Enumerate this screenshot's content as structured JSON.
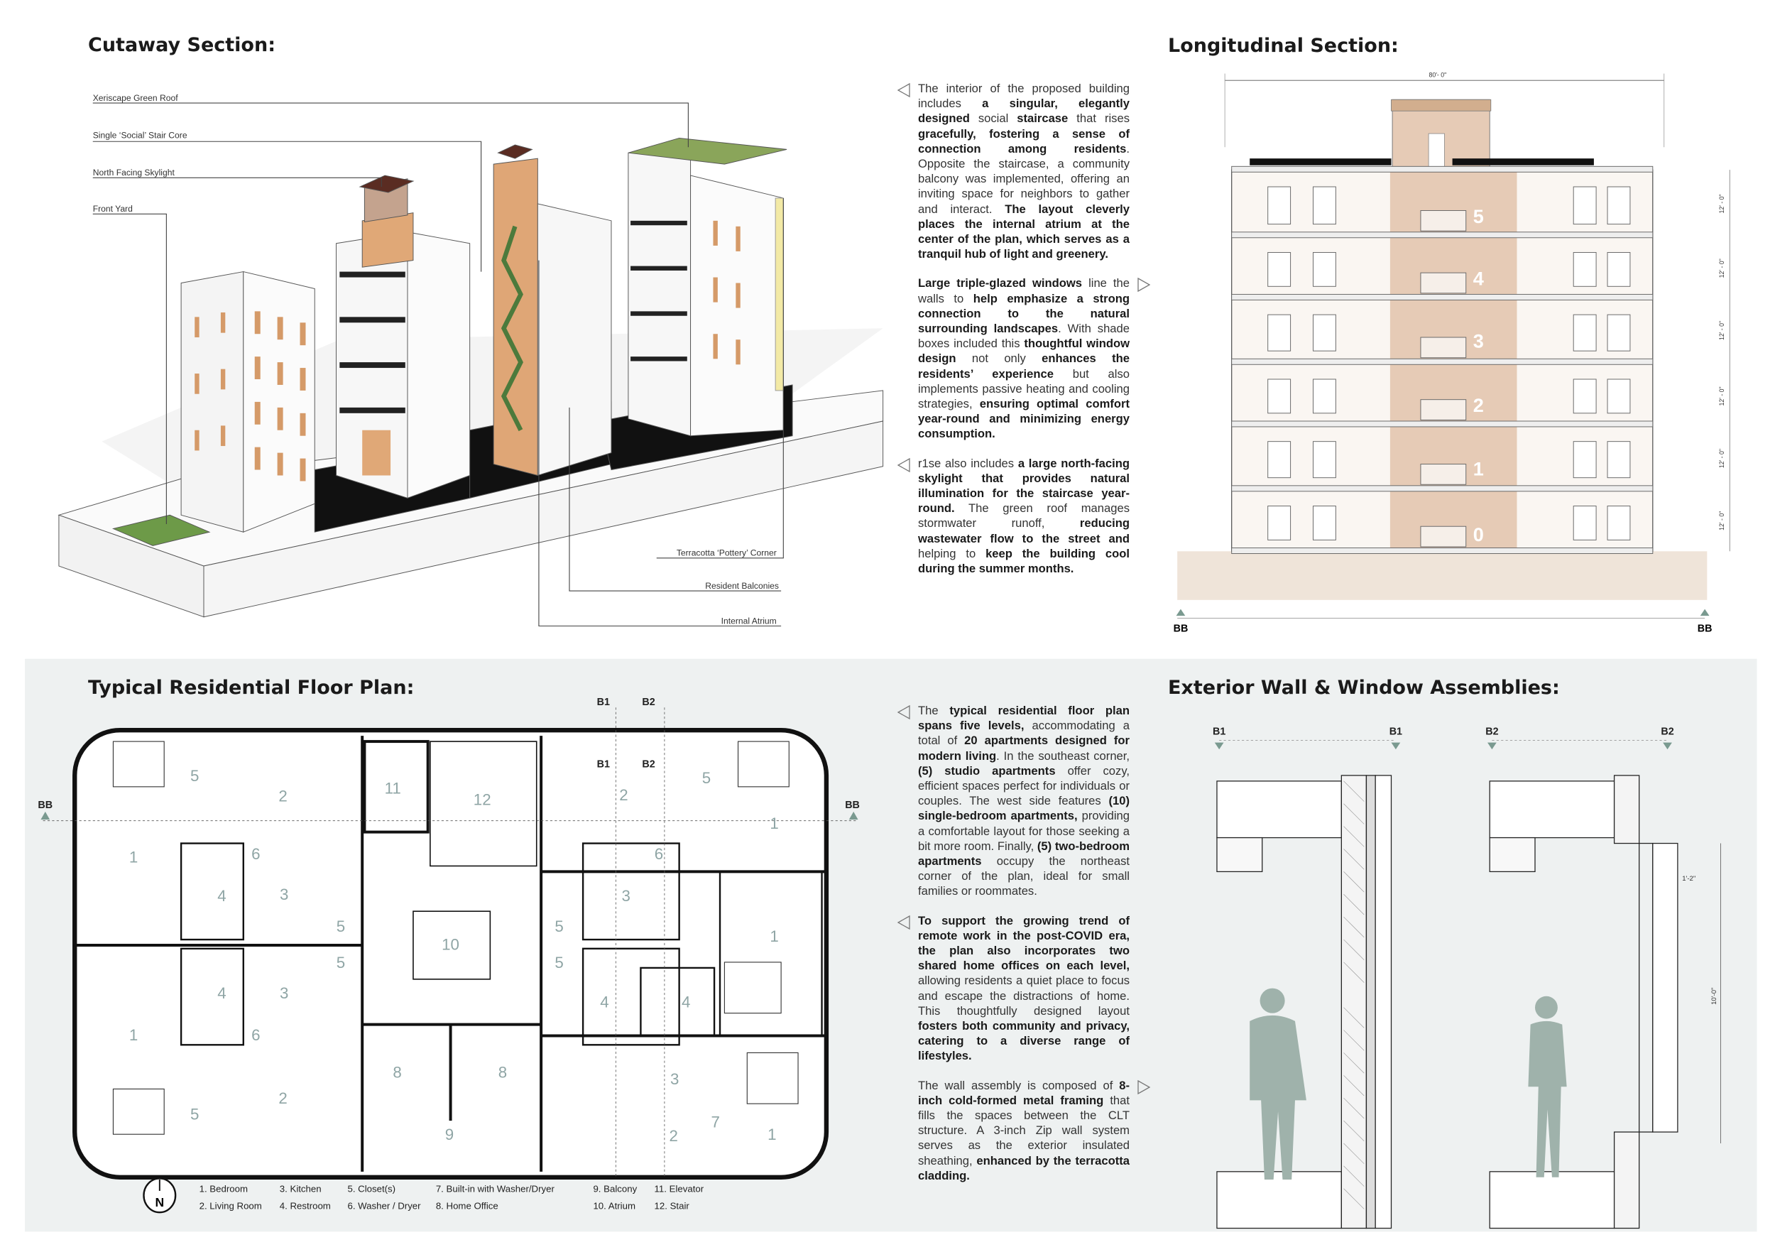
{
  "titles": {
    "cutaway": "Cutaway Section:",
    "longitudinal": "Longitudinal Section:",
    "floor_plan": "Typical Residential Floor Plan:",
    "wall": "Exterior Wall & Window Assemblies:"
  },
  "cutaway_labels": {
    "green_roof": "Xeriscape Green Roof",
    "stair_core": "Single ‘Social’ Stair Core",
    "skylight": "North Facing Skylight",
    "front_yard": "Front Yard",
    "terracotta": "Terracotta ‘Pottery’ Corner",
    "balconies": "Resident Balconies",
    "atrium": "Internal Atrium"
  },
  "paragraphs": [
    {
      "arrow": "left",
      "segments": [
        {
          "t": "The interior of the proposed building includes ",
          "b": false
        },
        {
          "t": "a singular, elegantly designed",
          "b": true
        },
        {
          "t": " social ",
          "b": false
        },
        {
          "t": "staircase",
          "b": true
        },
        {
          "t": " that rises ",
          "b": false
        },
        {
          "t": "gracefully, fostering a sense of connection among residents",
          "b": true
        },
        {
          "t": ". Opposite the staircase, a community balcony was implemented, offering an inviting space for neighbors to gather and interact. ",
          "b": false
        },
        {
          "t": "The layout cleverly places the internal atrium at the center of the plan, which serves as a tranquil hub of light and greenery.",
          "b": true
        }
      ]
    },
    {
      "arrow": "right",
      "segments": [
        {
          "t": "Large triple-glazed windows",
          "b": true
        },
        {
          "t": " line the walls to ",
          "b": false
        },
        {
          "t": "help emphasize a strong connection to the natural surrounding landscapes",
          "b": true
        },
        {
          "t": ". With shade boxes included this ",
          "b": false
        },
        {
          "t": "thoughtful window design",
          "b": true
        },
        {
          "t": " not only ",
          "b": false
        },
        {
          "t": "enhances the residents’ experience",
          "b": true
        },
        {
          "t": " but also implements passive heating and cooling strategies, ",
          "b": false
        },
        {
          "t": "ensuring optimal comfort year-round and minimizing energy consumption.",
          "b": true
        }
      ]
    },
    {
      "arrow": "left",
      "segments": [
        {
          "t": "r1se also includes ",
          "b": false
        },
        {
          "t": "a large north-facing skylight that provides natural illumination for the staircase year-round.",
          "b": true
        },
        {
          "t": " The green roof manages stormwater runoff, ",
          "b": false
        },
        {
          "t": "reducing wastewater flow to the street and",
          "b": true
        },
        {
          "t": " helping to ",
          "b": false
        },
        {
          "t": "keep the building cool during the summer months.",
          "b": true
        }
      ]
    },
    {
      "arrow": "left",
      "segments": [
        {
          "t": "The ",
          "b": false
        },
        {
          "t": "typical residential floor plan spans five levels,",
          "b": true
        },
        {
          "t": " accommodating a total of ",
          "b": false
        },
        {
          "t": "20 apartments designed for modern living",
          "b": true
        },
        {
          "t": ". In the southeast corner, ",
          "b": false
        },
        {
          "t": "(5) studio apartments",
          "b": true
        },
        {
          "t": " offer cozy, efficient spaces perfect for individuals or couples. The west side features ",
          "b": false
        },
        {
          "t": "(10) single-bedroom apartments,",
          "b": true
        },
        {
          "t": " providing a comfortable layout for those seeking a bit more room. Finally, ",
          "b": false
        },
        {
          "t": "(5) two-bedroom apartments",
          "b": true
        },
        {
          "t": " occupy the northeast corner of the plan, ideal for small families or roommates.",
          "b": false
        }
      ]
    },
    {
      "arrow": "left",
      "segments": [
        {
          "t": "To support the growing trend of remote work in the post-COVID era, the plan also incorporates two shared home offices on each level,",
          "b": true
        },
        {
          "t": " allowing residents a quiet place to focus and escape the distractions of home. This thoughtfully designed layout ",
          "b": false
        },
        {
          "t": "fosters both community and privacy, catering to a diverse range of lifestyles.",
          "b": true
        }
      ]
    },
    {
      "arrow": "right",
      "segments": [
        {
          "t": "The wall assembly is composed of ",
          "b": false
        },
        {
          "t": "8-inch cold-formed metal framing",
          "b": true
        },
        {
          "t": " that fills the spaces between the CLT structure. A 3-inch Zip wall system serves as the exterior insulated sheathing, ",
          "b": false
        },
        {
          "t": "enhanced by the terracotta cladding.",
          "b": true
        }
      ]
    }
  ],
  "section": {
    "overall_dimension": "80'- 0\"",
    "floor_numbers": [
      "5",
      "4",
      "3",
      "2",
      "1",
      "0"
    ],
    "floor_heights": [
      "12' - 0\"",
      "12' - 0\"",
      "12' - 0\"",
      "12' - 0\"",
      "12' - 0\"",
      "12' - 0\""
    ],
    "cut_label_left": "BB",
    "cut_label_right": "BB"
  },
  "floor_plan": {
    "cut_bb_left": "BB",
    "cut_bb_right": "BB",
    "cut_b1_top": "B1",
    "cut_b2_top": "B2",
    "cut_b1_mid": "B1",
    "cut_b2_mid": "B2",
    "north_label": "N",
    "room_numbers": [
      "5",
      "2",
      "11",
      "12",
      "2",
      "5",
      "1",
      "1",
      "6",
      "4",
      "3",
      "6",
      "3",
      "5",
      "10",
      "5",
      "1",
      "5",
      "5",
      "4",
      "3",
      "4",
      "4",
      "1",
      "6",
      "8",
      "8",
      "3",
      "2",
      "5",
      "7",
      "9",
      "2",
      "1"
    ],
    "legend": [
      "1. Bedroom",
      "2. Living Room",
      "3. Kitchen",
      "4. Restroom",
      "5. Closet(s)",
      "6. Washer / Dryer",
      "7. Built-in with Washer/Dryer",
      "8. Home Office",
      "9. Balcony",
      "10. Atrium",
      "11. Elevator",
      "12. Stair"
    ]
  },
  "wall": {
    "b1_left": "B1",
    "b1_right": "B1",
    "b2_left": "B2",
    "b2_right": "B2",
    "dim_small": "1'-2\"",
    "dim_tall": "10'-0\""
  },
  "colors": {
    "terracotta": "#d9a677",
    "core_tan": "#e6cbb6",
    "green_roof": "#8aa55a",
    "panel_bg": "#eef1f1",
    "plan_numbers": "#8fa5a5"
  }
}
